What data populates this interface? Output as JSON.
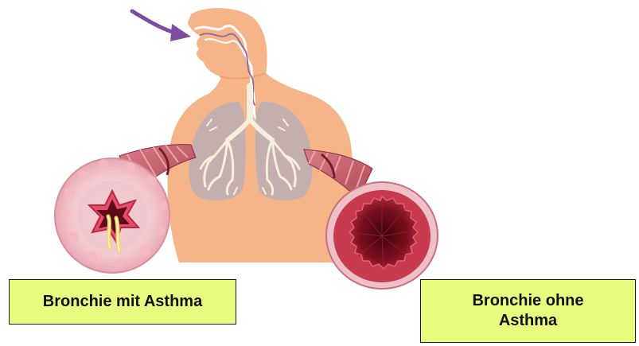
{
  "labels": {
    "left": "Bronchie mit Asthma",
    "right": "Bronchie ohne Asthma"
  },
  "colors": {
    "label_fill": "#e8fb7e",
    "body_skin": "#f6b489",
    "lung_fill": "#c3b0ae",
    "bronchial_tree": "#f8eedd",
    "airflow_arrow": "#7d4ea0",
    "tube_outer": "#f0c0c8",
    "tube_wall": "#b8404f",
    "lumen_dark": "#5a0a14"
  },
  "icons": {
    "arrow": "inhalation-arrow",
    "left_view": "inflamed-bronchus-cross-section",
    "right_view": "healthy-bronchus-cross-section"
  }
}
